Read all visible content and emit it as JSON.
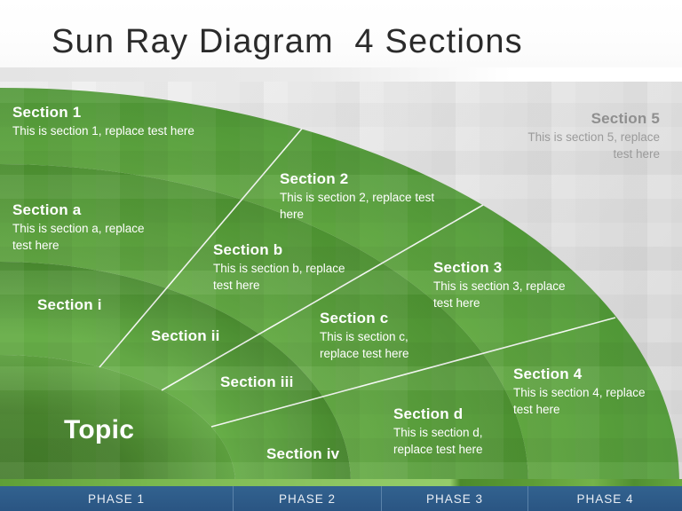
{
  "slide": {
    "title": "Sun Ray Diagram  4 Sections"
  },
  "diagram": {
    "topic_label": "Topic",
    "inner": [
      {
        "label": "Section i"
      },
      {
        "label": "Section ii"
      },
      {
        "label": "Section iii"
      },
      {
        "label": "Section iv"
      }
    ],
    "middle": [
      {
        "label": "Section a",
        "desc": "This is section a, replace\ntest here"
      },
      {
        "label": "Section b",
        "desc": "This is section b, replace\ntest here"
      },
      {
        "label": "Section c",
        "desc": "This is section c,\nreplace test here"
      },
      {
        "label": "Section d",
        "desc": "This is section d,\nreplace test here"
      }
    ],
    "outer": [
      {
        "label": "Section 1",
        "desc": "This is section 1, replace test here"
      },
      {
        "label": "Section 2",
        "desc": "This is section 2, replace test\nhere"
      },
      {
        "label": "Section 3",
        "desc": "This is section 3, replace\ntest here"
      },
      {
        "label": "Section 4",
        "desc": "This is section 4, replace\ntest here"
      }
    ],
    "outside": {
      "label": "Section 5",
      "desc": "This is section 5, replace\ntest here"
    }
  },
  "timeline": {
    "phases": [
      "PHASE 1",
      "PHASE 2",
      "PHASE 3",
      "PHASE 4"
    ]
  },
  "colors": {
    "txt-title": "#2b2b2b",
    "txt-grey": "#8f8f8f",
    "txt-grey2": "#9a9a9a",
    "band-grey": "#e4e4e4",
    "bg-grey-1": "#f0f0f0",
    "bg-grey-2": "#e8e8e8",
    "bg-grey-3": "#d9d9d9",
    "g-topic-dark": "#427b29",
    "g-topic-mid": "#48842d",
    "g-topic-light": "#61a741",
    "g-inner-hi": "#68b048",
    "g-inner-lo": "#4a8d30",
    "g-mid-hi": "#65ab45",
    "g-mid-lo": "#4e9432",
    "g-outer-hi": "#63aa42",
    "g-outer-lo": "#519a37",
    "ray": "#ffffff",
    "bar-blue-1": "#32628f",
    "bar-blue-2": "#2a5583",
    "bar-divider": "#5b83aa",
    "phase-text": "#e9eef4",
    "strip-a": "#5f9f37",
    "strip-b": "#79b84e",
    "strip-c": "#8cc561",
    "strip-d": "#95cd6a",
    "strip-e": "#4c8a2b",
    "strip-f": "#5d9c36",
    "strip-g": "#74b34a",
    "strip-h": "#508f30",
    "strip-i": "#67a83f"
  }
}
